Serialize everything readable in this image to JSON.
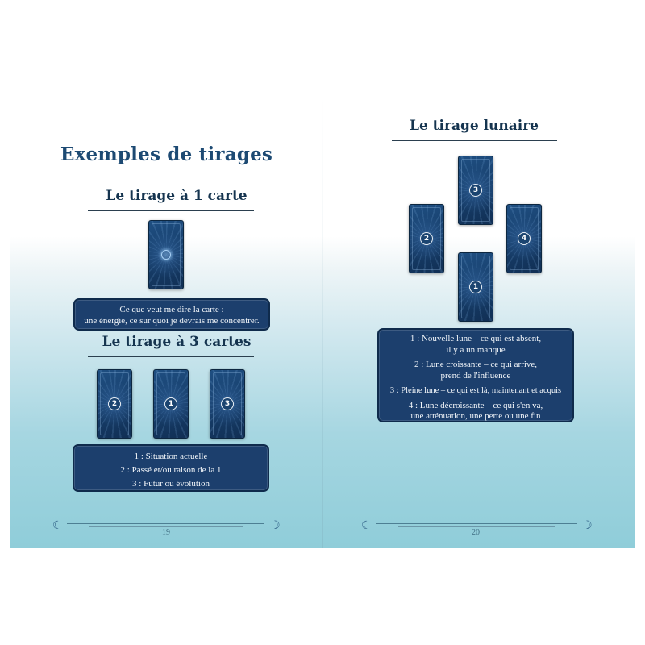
{
  "left_page": {
    "title": "Exemples de tirages",
    "section1_title": "Le tirage à 1 carte",
    "section1_box": [
      "Ce que veut me dire la carte :",
      "une énergie, ce sur quoi je devrais me concentrer."
    ],
    "section2_title": "Le tirage à 3 cartes",
    "section2_cards": [
      "2",
      "1",
      "3"
    ],
    "section2_box": [
      "1 : Situation actuelle",
      "2 : Passé et/ou raison de la 1",
      "3 : Futur ou évolution"
    ],
    "page_number": "19"
  },
  "right_page": {
    "title": "Le tirage lunaire",
    "cards": {
      "top": "3",
      "left": "2",
      "right": "4",
      "bottom": "1"
    },
    "box": [
      [
        "1 : Nouvelle lune – ce qui est absent,",
        "il y a un manque"
      ],
      [
        "2 : Lune croissante – ce qui arrive,",
        "prend de l'influence"
      ],
      [
        "3 : Pleine lune – ce qui est là, maintenant et acquis"
      ],
      [
        "4 : Lune décroissante – ce qui s'en va,",
        "une atténuation, une perte ou une fin"
      ]
    ],
    "page_number": "20"
  },
  "icons": {
    "footer": "crescent-moon-icon"
  },
  "colors": {
    "title": "#1d4a73",
    "box": "#1c3f6d",
    "card": "#163d69"
  }
}
